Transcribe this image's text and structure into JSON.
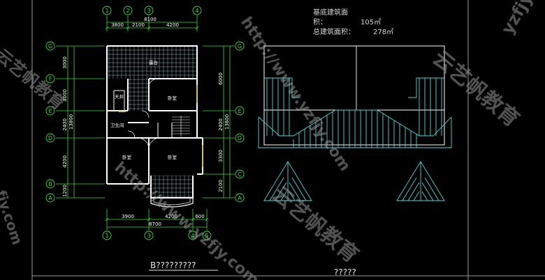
{
  "area_info": {
    "base_label": "基底建筑面积：",
    "base_value": "105㎡",
    "total_label": "总建筑面积：",
    "total_value": "278㎡"
  },
  "plan": {
    "top_axes": [
      "1",
      "3",
      "4"
    ],
    "top_axis_2": "2",
    "top_overall": "8100",
    "top_dims": [
      "3800",
      "2100",
      "4200"
    ],
    "bottom_axes": [
      "1",
      "3",
      "4",
      "5"
    ],
    "bottom_dims": [
      "3900",
      "4200",
      "600"
    ],
    "bottom_overall": "8700",
    "left_axes": [
      "G",
      "F",
      "E",
      "D",
      "B",
      "A"
    ],
    "left_dims": [
      "3000",
      "3000",
      "2400",
      "4200",
      "1200"
    ],
    "left_overall": "13800",
    "right_axes": [
      "G",
      "E",
      "D",
      "C",
      "A"
    ],
    "right_dims": [
      "6000",
      "2400",
      "3300",
      "2100"
    ],
    "right_overall": "13800",
    "rooms": {
      "terrace": "露台",
      "patio": "天井",
      "bedroom_ne": "卧室",
      "bath": "卫生间",
      "bedroom_sw": "卧室",
      "bedroom_se": "卧室"
    },
    "caption": "B?????????"
  },
  "roof": {
    "caption": "?????"
  },
  "watermarks": {
    "url": "http://www.yzfjy.com",
    "brand": "云艺帆教育",
    "corner": "yzfjy",
    "left_edge": "fjy.com"
  },
  "colors": {
    "line": "#ffffff",
    "dim": "#3ddc3d",
    "axis": "#3ddc3d",
    "hatch": "#40d0d0",
    "roof": "#4fd6d6",
    "window": "#d4c84a"
  }
}
